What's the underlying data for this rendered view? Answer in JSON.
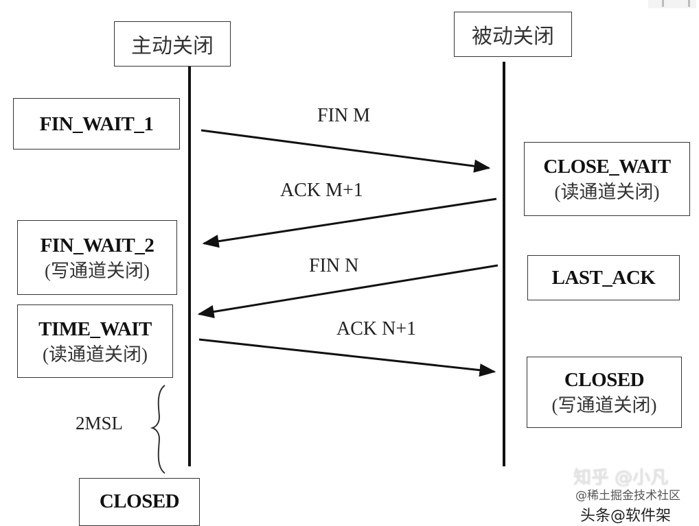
{
  "headers": {
    "active": "主动关闭",
    "passive": "被动关闭"
  },
  "left_states": {
    "fin_wait_1": {
      "name": "FIN_WAIT_1"
    },
    "fin_wait_2": {
      "name": "FIN_WAIT_2",
      "note": "(写通道关闭)"
    },
    "time_wait": {
      "name": "TIME_WAIT",
      "note": "(读通道关闭)"
    },
    "closed": {
      "name": "CLOSED"
    }
  },
  "right_states": {
    "close_wait": {
      "name": "CLOSE_WAIT",
      "note": "(读通道关闭)"
    },
    "last_ack": {
      "name": "LAST_ACK"
    },
    "closed": {
      "name": "CLOSED",
      "note": "(写通道关闭)"
    }
  },
  "messages": {
    "fin_m": "FIN M",
    "ack_m1": "ACK M+1",
    "fin_n": "FIN N",
    "ack_n1": "ACK N+1"
  },
  "timer_label": "2MSL",
  "watermark": {
    "line1": "知乎 @小凡",
    "line2": "@稀土掘金技术社区",
    "line3": "头条@软件架"
  }
}
